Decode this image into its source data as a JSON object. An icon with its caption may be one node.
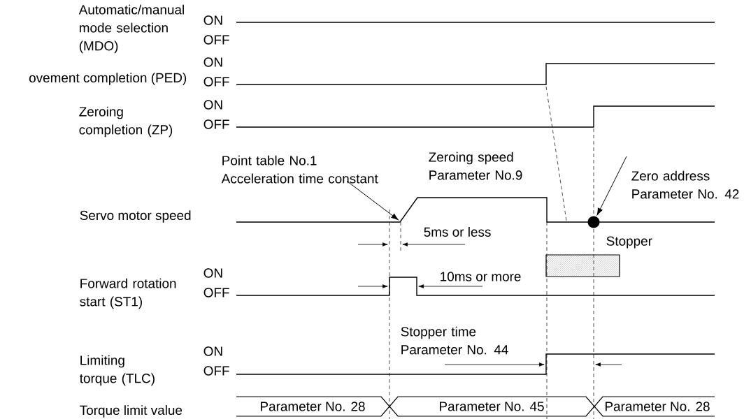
{
  "diagram": {
    "nodes": [
      {
        "text": [
          "Point table No.1 Acceleration time constant"
        ]
      },
      {
        "text": [
          "Zero address Parameter No. 42"
        ]
      },
      {
        "text": [],
        "shape": "circle"
      },
      {
        "text": [
          "Parameter No. 28"
        ]
      },
      {
        "text": [
          "Parameter No. 45"
        ]
      },
      {
        "text": [
          "Parameter No. 28"
        ]
      }
    ],
    "edges": [
      {
        "from": 0,
        "to": null,
        "arrow": "to"
      },
      {
        "from": 1,
        "to": 2,
        "arrow": "to"
      }
    ],
    "labels": [
      "Automatic/manual mode selection (MDO)",
      "ON",
      "OFF",
      "ON",
      "ovement completion (PED)",
      "OFF",
      "ON",
      "Zeroing completion (ZP)",
      "OFF",
      "Zeroing speed Parameter No.9",
      "Servo motor speed",
      "5ms or less",
      "Stopper",
      "ON",
      "10ms or more",
      "Forward rotation start (ST1)",
      "OFF",
      "Stopper time Parameter No. 44",
      "ON",
      "Limiting torque (TLC)",
      "OFF",
      "Torque limit value"
    ]
  }
}
